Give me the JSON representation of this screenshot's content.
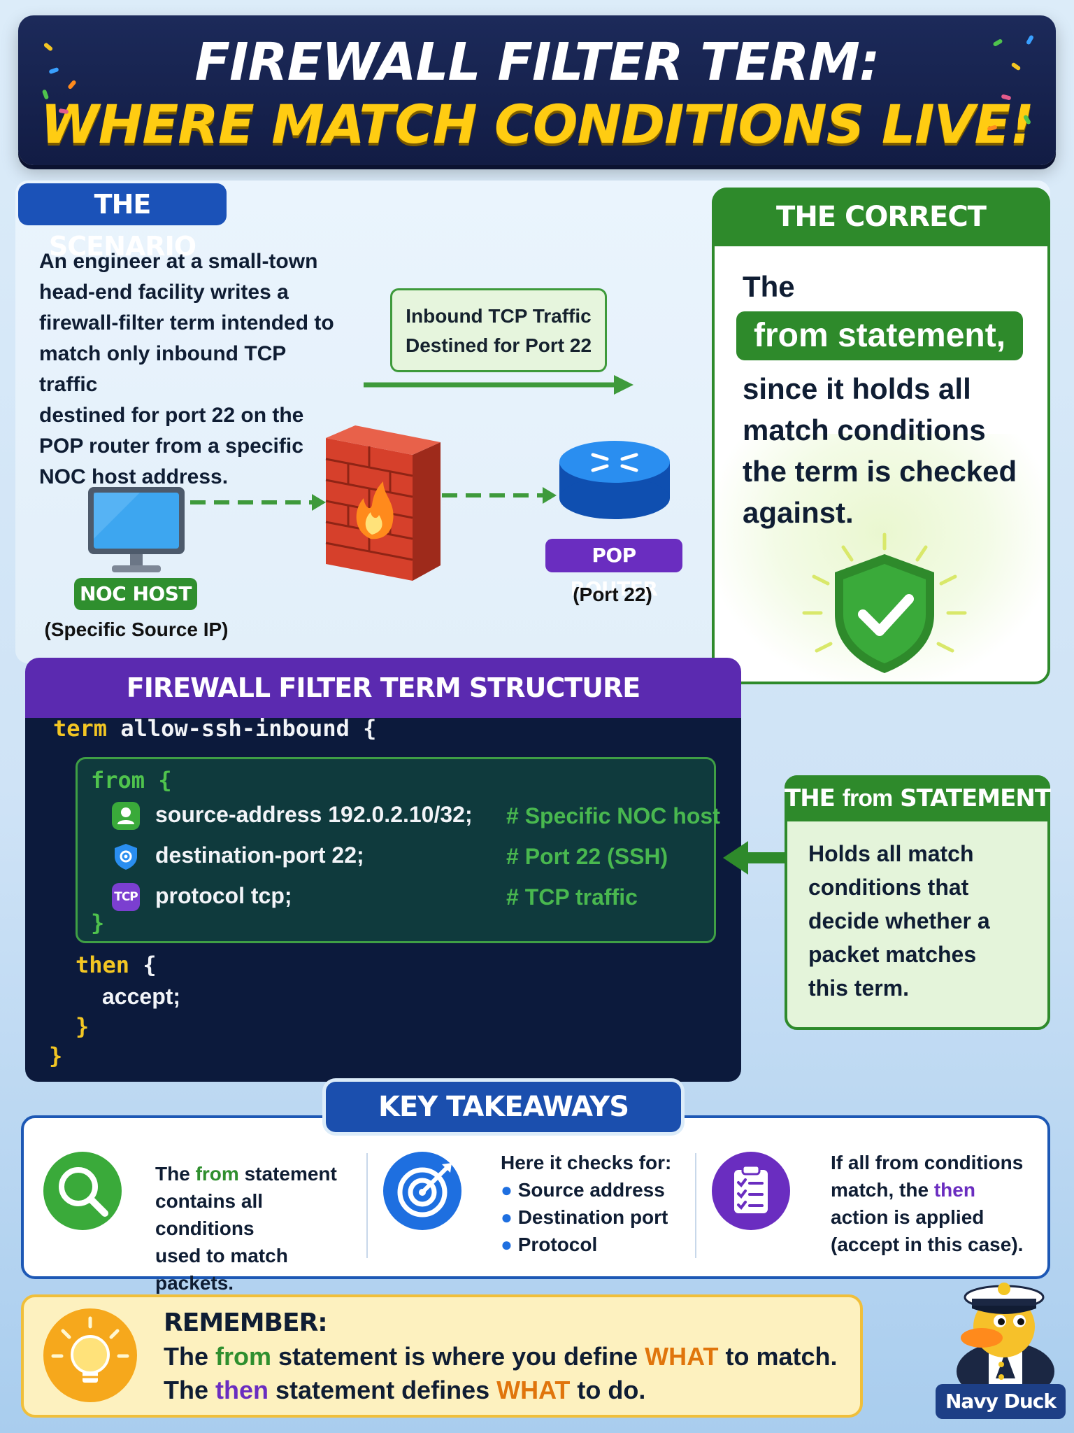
{
  "header": {
    "title_line1": "FIREWALL FILTER TERM:",
    "title_line2": "WHERE MATCH CONDITIONS LIVE!"
  },
  "scenario": {
    "label": "THE SCENARIO",
    "lines": [
      "An engineer at a small-town",
      "head-end facility writes a",
      "firewall-filter term intended to",
      "match only inbound TCP traffic",
      "destined for port 22 on the",
      "POP router from a specific",
      "NOC host address."
    ],
    "traffic_callout": [
      "Inbound TCP Traffic",
      "Destined for Port 22"
    ],
    "noc_host_label": "NOC HOST",
    "noc_host_caption": "(Specific Source IP)",
    "router_label": "POP ROUTER",
    "router_caption": "(Port 22)"
  },
  "answer": {
    "heading": "THE CORRECT ANSWER",
    "line_the": "The",
    "highlight": "from statement,",
    "lines": [
      "since it holds all",
      "match conditions",
      "the term is checked",
      "against."
    ]
  },
  "code": {
    "heading": "FIREWALL FILTER TERM STRUCTURE",
    "term_kw": "term",
    "term_name": "allow-ssh-inbound {",
    "from_kw": "from",
    "open_brace": "{",
    "close_brace": "}",
    "rows": [
      {
        "icon": "user-shield-icon",
        "text": "source-address 192.0.2.10/32;",
        "comment": "# Specific NOC host"
      },
      {
        "icon": "shield-icon",
        "text": "destination-port 22;",
        "comment": "# Port 22 (SSH)"
      },
      {
        "icon": "tcp-badge-icon",
        "text": "protocol tcp;",
        "comment": "# TCP traffic",
        "badge": "TCP"
      }
    ],
    "then_kw": "then",
    "then_body": "accept;"
  },
  "from_callout": {
    "heading_pre": "THE ",
    "heading_from": "from",
    "heading_post": " STATEMENT",
    "lines": [
      "Holds all match",
      "conditions that",
      "decide whether a",
      "packet matches",
      "this term."
    ]
  },
  "takeaways": {
    "heading": "KEY TAKEAWAYS",
    "col1": {
      "pre": "The ",
      "from": "from",
      "post": " statement",
      "lines": [
        "contains all conditions",
        "used to match packets."
      ]
    },
    "col2": {
      "intro": "Here it checks for:",
      "bullets": [
        "Source address",
        "Destination port",
        "Protocol"
      ]
    },
    "col3": {
      "l1": "If all from conditions",
      "l2_pre": "match, the ",
      "l2_then": "then",
      "l3": "action is applied",
      "l4": "(accept in this case)."
    }
  },
  "remember": {
    "title": "REMEMBER:",
    "line1": {
      "a": "The ",
      "b": "from",
      "c": " statement is where you define ",
      "d": "WHAT",
      "e": " to match."
    },
    "line2": {
      "a": "The ",
      "b": "then",
      "c": " statement defines ",
      "d": "WHAT",
      "e": " to do."
    }
  },
  "mascot": {
    "label": "Navy Duck"
  },
  "colors": {
    "green": "#2e8a2b",
    "purple": "#6a2dc0",
    "blue": "#1b52b8",
    "navy": "#121c44",
    "yellow": "#ffcc12",
    "orange": "#e0750c"
  }
}
